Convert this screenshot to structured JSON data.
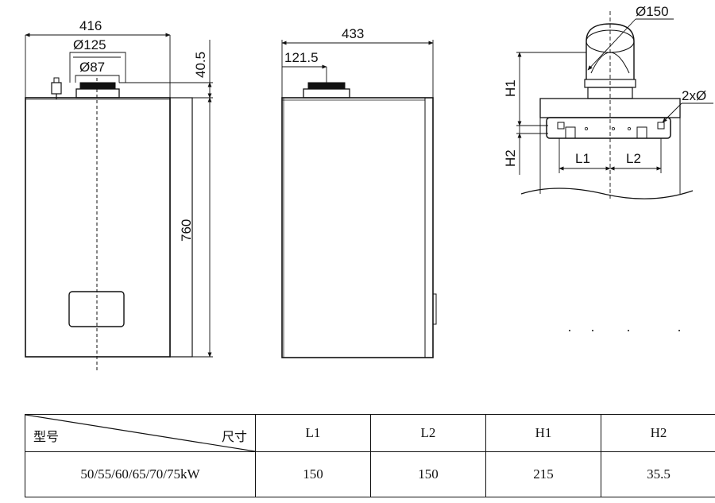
{
  "front_view": {
    "width_label": "416",
    "flue_outer_label": "Ø125",
    "flue_inner_label": "Ø87",
    "top_offset_label": "40.5",
    "height_label": "760"
  },
  "side_view": {
    "width_label": "433",
    "flue_offset_label": "121.5"
  },
  "bracket_view": {
    "flue_diameter_label": "Ø150",
    "hole_label": "2xØ",
    "h1_label": "H1",
    "h2_label": "H2",
    "l1_label": "L1",
    "l2_label": "L2"
  },
  "table": {
    "corner_left": "型号",
    "corner_right": "尺寸",
    "headers": [
      "L1",
      "L2",
      "H1",
      "H2"
    ],
    "model": "50/55/60/65/70/75kW",
    "values": [
      "150",
      "150",
      "215",
      "35.5"
    ]
  }
}
